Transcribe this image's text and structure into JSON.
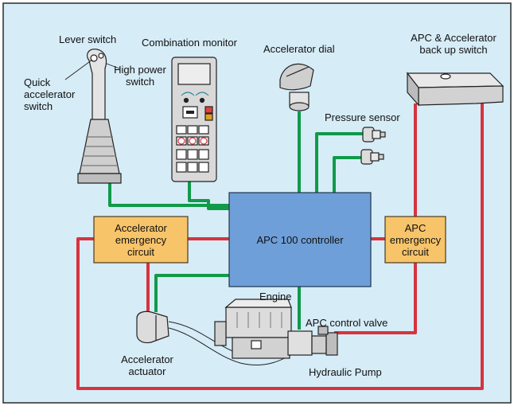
{
  "diagram": {
    "controller": "APC 100 controller",
    "accelerator_emergency_circuit": [
      "Accelerator",
      "emergency",
      "circuit"
    ],
    "apc_emergency_circuit": [
      "APC",
      "emergency",
      "circuit"
    ],
    "lever_switch": "Lever switch",
    "quick_accelerator_switch": [
      "Quick",
      "accelerator",
      "switch"
    ],
    "high_power_switch": [
      "High power",
      "switch"
    ],
    "combination_monitor": "Combination monitor",
    "accelerator_dial": "Accelerator dial",
    "backup_switch": [
      "APC & Accelerator",
      "back up switch"
    ],
    "pressure_sensor": "Pressure sensor",
    "engine": "Engine",
    "apc_control_valve": "APC control valve",
    "accelerator_actuator": [
      "Accelerator",
      "actuator"
    ],
    "hydraulic_pump": "Hydraulic Pump"
  },
  "colors": {
    "background": "#d6ecf7",
    "controller_fill": "#6f9fd8",
    "emergency_fill": "#f7c46a",
    "green_line": "#119a4a",
    "red_line": "#d6343f",
    "component_fill": "#e4e4e4"
  }
}
